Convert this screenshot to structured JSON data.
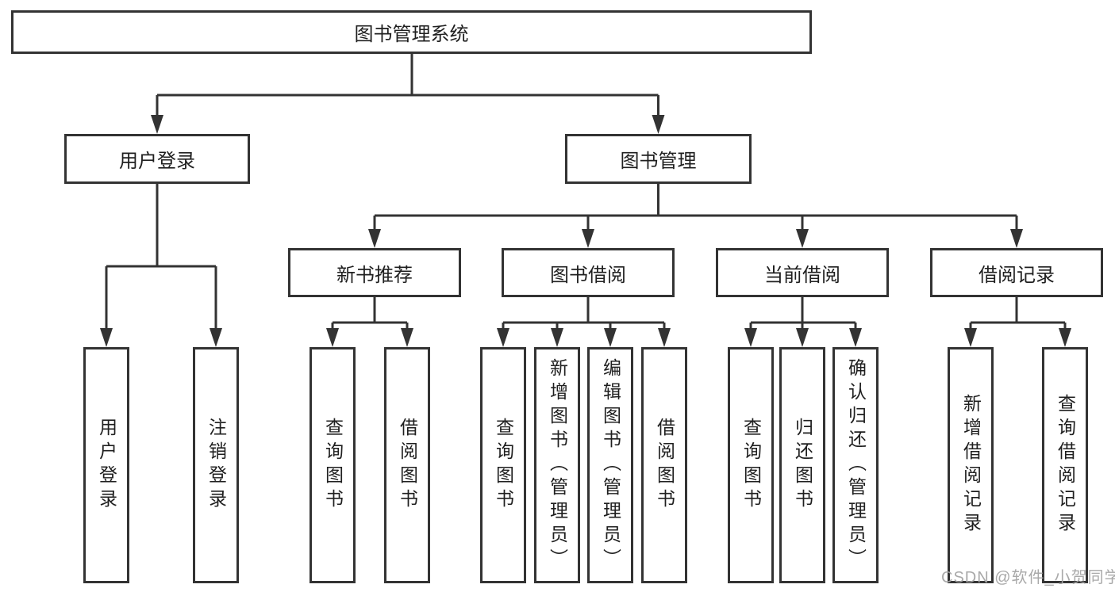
{
  "diagram_type": "functional-structure-chart",
  "colors": {
    "line": "#333333",
    "box_fill": "#ffffff",
    "text": "#1f1f1f",
    "watermark": "#a4a4a4"
  },
  "watermark": "CSDN @软件_小贺同学",
  "tree": {
    "root": {
      "label": "图书管理系统"
    },
    "level1": [
      {
        "id": "user-login",
        "label": "用户登录"
      },
      {
        "id": "book-management",
        "label": "图书管理"
      }
    ],
    "level2": [
      {
        "id": "new-book-recommend",
        "label": "新书推荐",
        "parent": "book-management"
      },
      {
        "id": "book-borrowing",
        "label": "图书借阅",
        "parent": "book-management"
      },
      {
        "id": "current-borrowing",
        "label": "当前借阅",
        "parent": "book-management"
      },
      {
        "id": "borrowing-records",
        "label": "借阅记录",
        "parent": "book-management"
      }
    ],
    "leaves": [
      {
        "id": "user-login-leaf",
        "label": "用户登录",
        "parent": "user-login"
      },
      {
        "id": "logout",
        "label": "注销登录",
        "parent": "user-login"
      },
      {
        "id": "query-books-recommend",
        "label": "查询图书",
        "parent": "new-book-recommend"
      },
      {
        "id": "borrow-books-recommend",
        "label": "借阅图书",
        "parent": "new-book-recommend"
      },
      {
        "id": "query-books-borrowing",
        "label": "查询图书",
        "parent": "book-borrowing"
      },
      {
        "id": "add-book-admin",
        "label": "新增图书（管理员）",
        "parent": "book-borrowing"
      },
      {
        "id": "edit-book-admin",
        "label": "编辑图书（管理员）",
        "parent": "book-borrowing"
      },
      {
        "id": "borrow-books-borrowing",
        "label": "借阅图书",
        "parent": "book-borrowing"
      },
      {
        "id": "query-books-current",
        "label": "查询图书",
        "parent": "current-borrowing"
      },
      {
        "id": "return-book",
        "label": "归还图书",
        "parent": "current-borrowing"
      },
      {
        "id": "confirm-return-admin",
        "label": "确认归还（管理员）",
        "parent": "current-borrowing"
      },
      {
        "id": "add-borrow-record",
        "label": "新增借阅记录",
        "parent": "borrowing-records"
      },
      {
        "id": "query-borrow-record",
        "label": "查询借阅记录",
        "parent": "borrowing-records"
      }
    ]
  }
}
